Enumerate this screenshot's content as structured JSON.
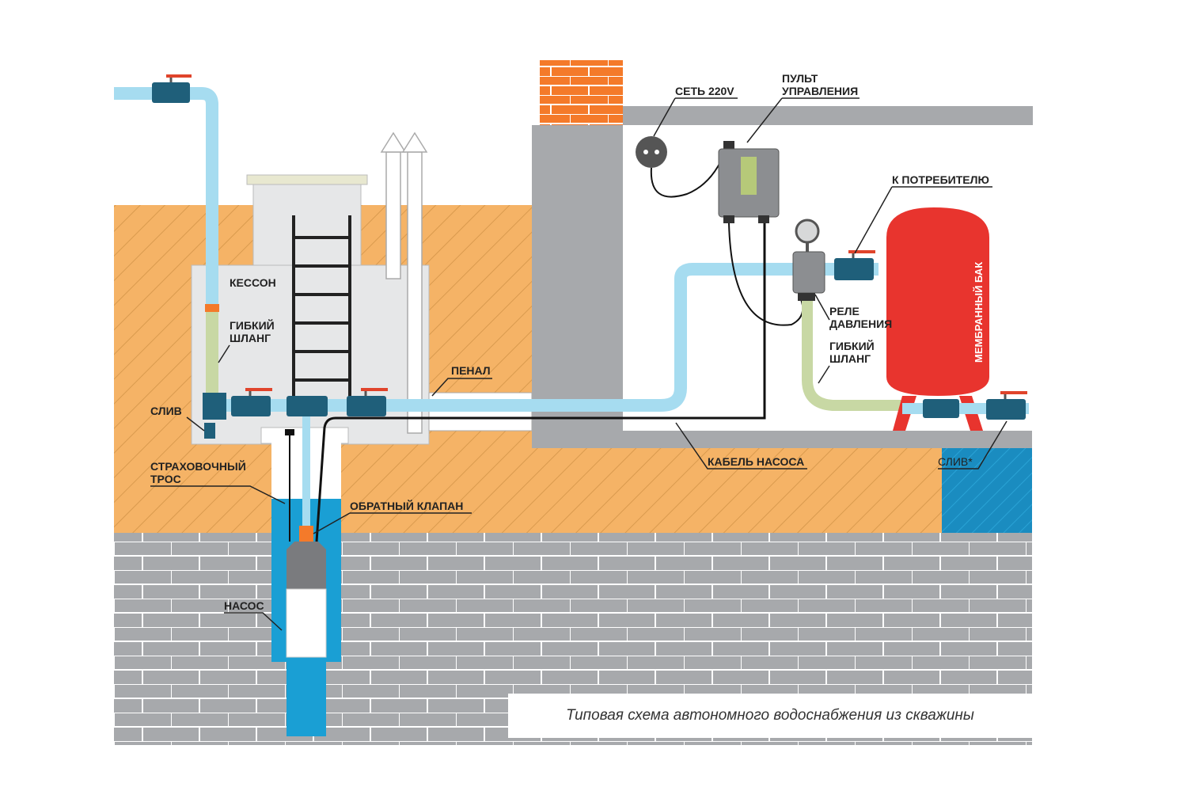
{
  "labels": {
    "kesson": "КЕССОН",
    "hose_left_1": "ГИБКИЙ",
    "hose_left_2": "ШЛАНГ",
    "drain_left": "СЛИВ",
    "penal": "ПЕНАЛ",
    "safety_rope_1": "СТРАХОВОЧНЫЙ",
    "safety_rope_2": "ТРОС",
    "check_valve": "ОБРАТНЫЙ КЛАПАН",
    "pump": "НАСОС",
    "network": "СЕТЬ 220V",
    "control_panel_1": "ПУЛЬТ",
    "control_panel_2": "УПРАВЛЕНИЯ",
    "to_consumer": "К ПОТРЕБИТЕЛЮ",
    "pressure_relay_1": "РЕЛЕ",
    "pressure_relay_2": "ДАВЛЕНИЯ",
    "hose_right_1": "ГИБКИЙ",
    "hose_right_2": "ШЛАНГ",
    "membrane_tank": "МЕМБРАННЫЙ БАК",
    "pump_cable": "КАБЕЛЬ НАСОСА",
    "drain_right": "СЛИВ*"
  },
  "caption": "Типовая схема автономного водоснабжения из скважины",
  "colors": {
    "soil": "#f5b366",
    "soil_hatch": "#d99a4e",
    "rock": "#a7a9ac",
    "rock_lines": "#ffffff",
    "pipe": "#a6dcf0",
    "valve": "#1f5f7a",
    "valve_handle": "#e0442b",
    "tank": "#e8342e",
    "well_water": "#1a9fd4",
    "brick": "#f47a2a",
    "wall": "#a7a9ac",
    "hose": "#c8d8a4"
  }
}
